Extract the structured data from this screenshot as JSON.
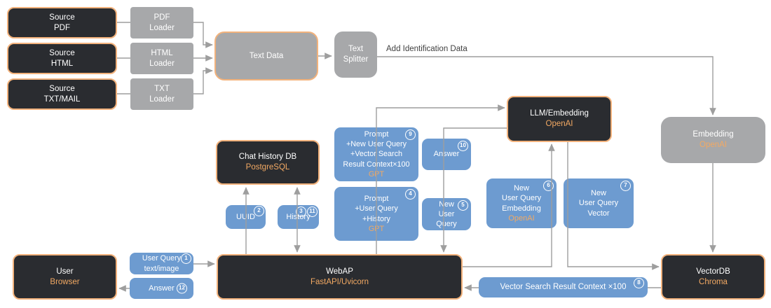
{
  "diagram": {
    "labels": {
      "add_identification_data": "Add Identification Data"
    },
    "colors": {
      "dark_box": "#2a2c30",
      "gray_box": "#a7a8aa",
      "blue_box": "#6d9bd0",
      "orange_border": "#f2b27c",
      "orange_text": "#f2a963",
      "line": "#9e9e9e"
    },
    "nodes": {
      "source_pdf": {
        "l1": "Source",
        "l2": "PDF"
      },
      "source_html": {
        "l1": "Source",
        "l2": "HTML"
      },
      "source_txt_mail": {
        "l1": "Source",
        "l2": "TXT/MAIL"
      },
      "pdf_loader": {
        "l1": "PDF",
        "l2": "Loader"
      },
      "html_loader": {
        "l1": "HTML",
        "l2": "Loader"
      },
      "txt_loader": {
        "l1": "TXT",
        "l2": "Loader"
      },
      "text_data": {
        "l1": "Text Data"
      },
      "text_splitter": {
        "l1": "Text",
        "l2": "Splitter"
      },
      "embedding_openai": {
        "title": "Embedding",
        "subtitle": "OpenAI"
      },
      "llm_embedding": {
        "title": "LLM/Embedding",
        "subtitle": "OpenAI"
      },
      "chat_history_db": {
        "title": "Chat History DB",
        "subtitle": "PostgreSQL"
      },
      "prompt_vector_search": {
        "l1": "Prompt",
        "l2": "+New User Query",
        "l3": "+Vector Search",
        "l4": "Result Context×100",
        "accent": "GPT",
        "badge": "9"
      },
      "answer_10": {
        "l1": "Answer",
        "badge": "10"
      },
      "prompt_history": {
        "l1": "Prompt",
        "l2": "+User Query",
        "l3": "+History",
        "accent": "GPT",
        "badge": "4"
      },
      "new_user_query": {
        "l1": "New",
        "l2": "User",
        "l3": "Query",
        "badge": "5"
      },
      "new_user_query_embedding": {
        "l1": "New",
        "l2": "User Query",
        "l3": "Embedding",
        "accent": "OpenAI",
        "badge": "6"
      },
      "new_user_query_vector": {
        "l1": "New",
        "l2": "User Query",
        "l3": "Vector",
        "badge": "7"
      },
      "uuid": {
        "l1": "UUID",
        "badge": "2"
      },
      "history": {
        "l1": "History",
        "badge1": "3",
        "badge2": "11"
      },
      "user_browser": {
        "title": "User",
        "subtitle": "Browser"
      },
      "user_query_text_image": {
        "l1": "User Query",
        "l2": "text/image",
        "badge": "1"
      },
      "answer_12": {
        "l1": "Answer",
        "badge": "12"
      },
      "webap": {
        "title": "WebAP",
        "subtitle": "FastAPI/Uvicorn"
      },
      "vector_search_result_context": {
        "l1": "Vector Search Result Context ×100",
        "badge": "8"
      },
      "vectordb": {
        "title": "VectorDB",
        "subtitle": "Chroma"
      }
    }
  }
}
